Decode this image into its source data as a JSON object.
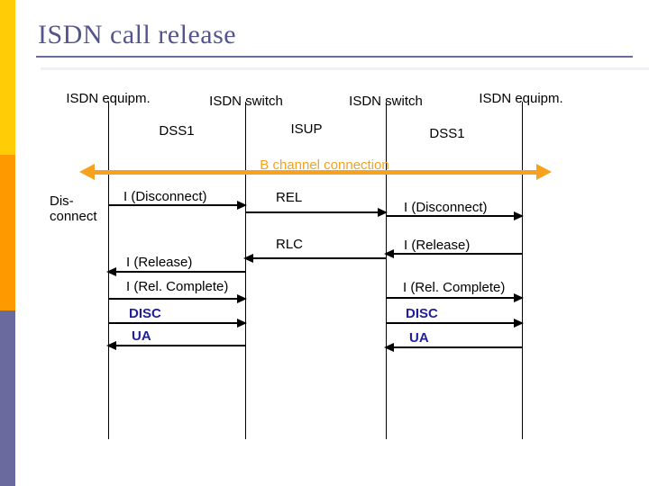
{
  "slide": {
    "title": "ISDN call release"
  },
  "diagram": {
    "actors": [
      {
        "label": "ISDN equipm."
      },
      {
        "label": "ISDN switch"
      },
      {
        "label": "ISDN switch"
      },
      {
        "label": "ISDN equipm."
      }
    ],
    "protocols": [
      {
        "label": "DSS1",
        "between": [
          0,
          1
        ]
      },
      {
        "label": "ISUP",
        "between": [
          1,
          2
        ]
      },
      {
        "label": "DSS1",
        "between": [
          2,
          3
        ]
      }
    ],
    "b_channel": {
      "label": "B channel connection"
    },
    "side_note": {
      "text": "Dis-\nconnect"
    },
    "messages": [
      {
        "label": "I (Disconnect)",
        "from": 0,
        "to": 1,
        "direction": "right"
      },
      {
        "label": "REL",
        "from": 1,
        "to": 2,
        "direction": "right"
      },
      {
        "label": "I (Disconnect)",
        "from": 2,
        "to": 3,
        "direction": "right"
      },
      {
        "label": "I (Release)",
        "from": 3,
        "to": 2,
        "direction": "left"
      },
      {
        "label": "RLC",
        "from": 2,
        "to": 1,
        "direction": "left"
      },
      {
        "label": "I (Release)",
        "from": 1,
        "to": 0,
        "direction": "left"
      },
      {
        "label": "I (Rel. Complete)",
        "from": 0,
        "to": 1,
        "direction": "right"
      },
      {
        "label": "I (Rel. Complete)",
        "from": 2,
        "to": 3,
        "direction": "right"
      },
      {
        "label": "DISC",
        "from": 0,
        "to": 1,
        "direction": "right"
      },
      {
        "label": "DISC",
        "from": 2,
        "to": 3,
        "direction": "right"
      },
      {
        "label": "UA",
        "from": 1,
        "to": 0,
        "direction": "left"
      },
      {
        "label": "UA",
        "from": 3,
        "to": 2,
        "direction": "left"
      }
    ],
    "colors": {
      "accent_yellow": "#FFCC05",
      "accent_orange": "#FF9900",
      "accent_slate": "#6A6A9E",
      "title_text": "#55558D",
      "b_channel_orange": "#F6A21E",
      "signal_navy": "#1F1F9E"
    }
  }
}
